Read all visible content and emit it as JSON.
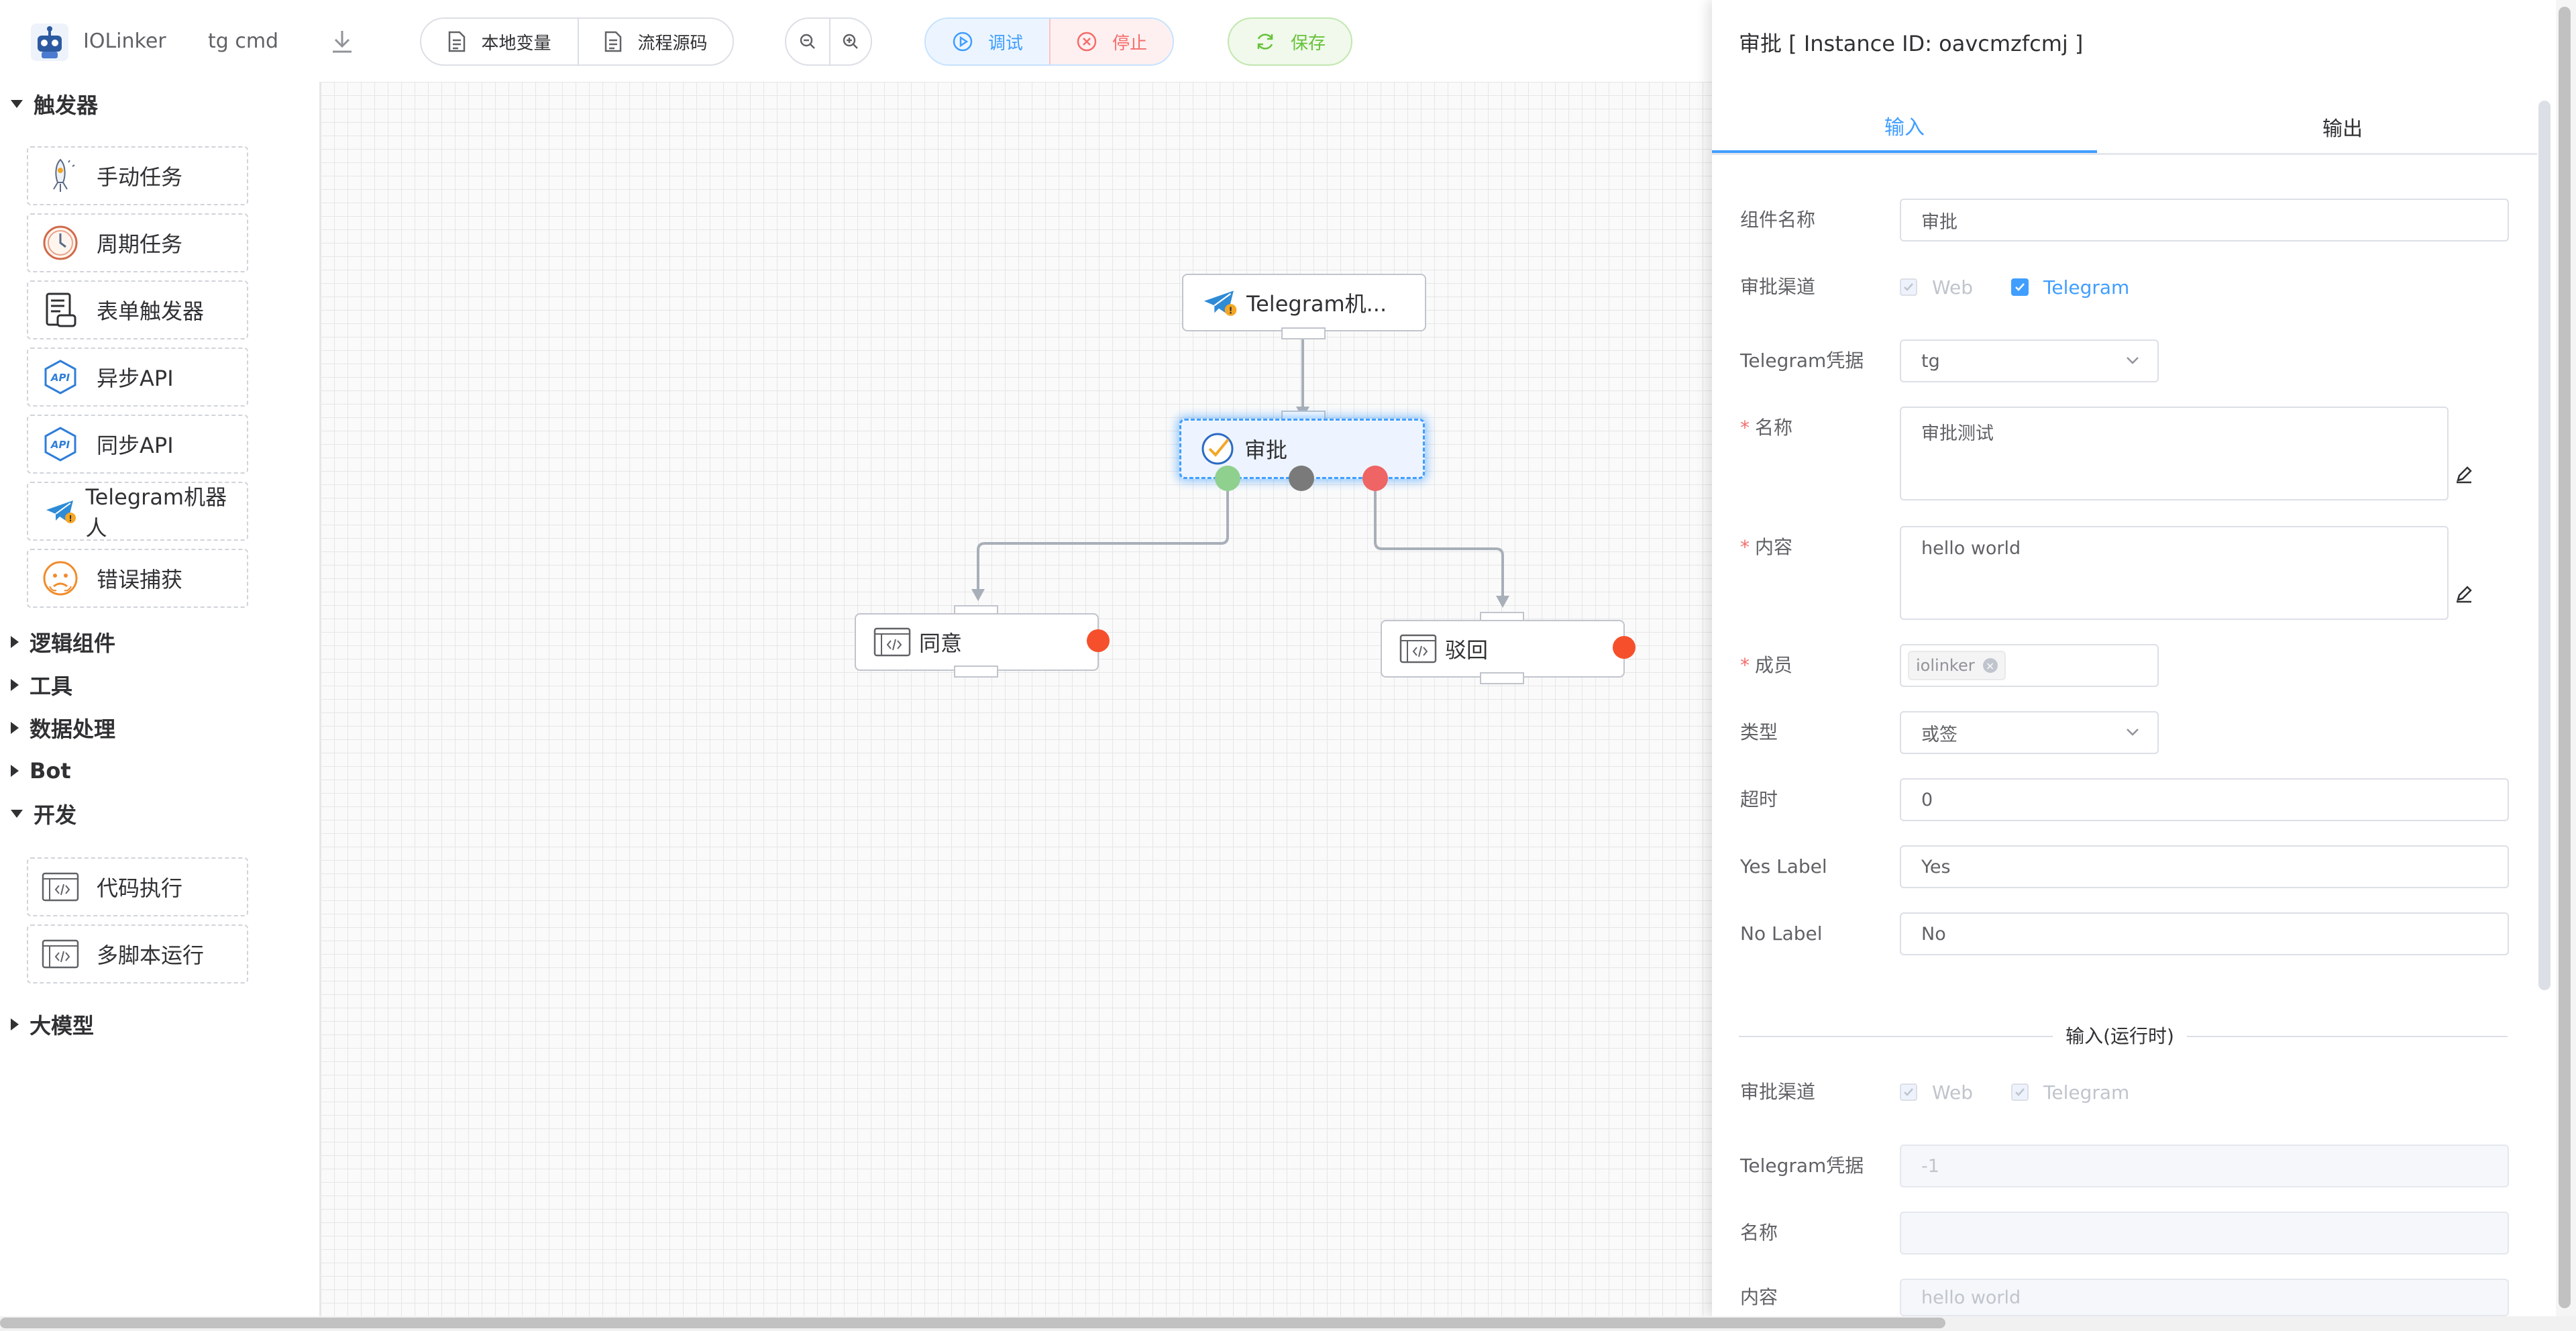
{
  "toolbar": {
    "app_name": "IOLinker",
    "flow_name": "tg cmd",
    "local_vars_label": "本地变量",
    "flow_source_label": "流程源码",
    "debug_label": "调试",
    "stop_label": "停止",
    "save_label": "保存"
  },
  "sidebar": {
    "triggers": {
      "title": "触发器",
      "items": [
        {
          "label": "手动任务",
          "icon": "rocket-icon"
        },
        {
          "label": "周期任务",
          "icon": "clock-icon"
        },
        {
          "label": "表单触发器",
          "icon": "form-icon"
        },
        {
          "label": "异步API",
          "icon": "api-icon"
        },
        {
          "label": "同步API",
          "icon": "api-icon"
        },
        {
          "label": "Telegram机器人",
          "icon": "telegram-icon"
        },
        {
          "label": "错误捕获",
          "icon": "error-face-icon"
        }
      ]
    },
    "logic": {
      "title": "逻辑组件"
    },
    "tools": {
      "title": "工具"
    },
    "data": {
      "title": "数据处理"
    },
    "bot": {
      "title": "Bot"
    },
    "dev": {
      "title": "开发",
      "items": [
        {
          "label": "代码执行",
          "icon": "code-icon"
        },
        {
          "label": "多脚本运行",
          "icon": "code-icon"
        }
      ]
    },
    "llm": {
      "title": "大模型"
    }
  },
  "canvas": {
    "nodes": {
      "telegram": "Telegram机...",
      "approval": "审批",
      "agree": "同意",
      "reject": "驳回"
    },
    "port_colors": {
      "yes": "#8fd08f",
      "timeout": "#7a7a7a",
      "no": "#ef6464",
      "error": "#f5502b"
    }
  },
  "panel": {
    "title": "审批 [ Instance ID: oavcmzfcmj ]",
    "tabs": [
      "输入",
      "输出"
    ],
    "fields": {
      "component_name_label": "组件名称",
      "component_name_value": "审批",
      "channel_label": "审批渠道",
      "channel_web": "Web",
      "channel_telegram": "Telegram",
      "credential_label": "Telegram凭据",
      "credential_value": "tg",
      "name_label": "名称",
      "name_value": "审批测试",
      "content_label": "内容",
      "content_value": "hello world",
      "members_label": "成员",
      "member_tag": "iolinker",
      "type_label": "类型",
      "type_value": "或签",
      "timeout_label": "超时",
      "timeout_value": "0",
      "yes_label_label": "Yes Label",
      "yes_label_value": "Yes",
      "no_label_label": "No Label",
      "no_label_value": "No"
    },
    "runtime": {
      "divider": "输入(运行时)",
      "channel_label": "审批渠道",
      "channel_web": "Web",
      "channel_telegram": "Telegram",
      "credential_label": "Telegram凭据",
      "credential_value": "-1",
      "name_label": "名称",
      "name_value": "",
      "content_label": "内容",
      "content_value": "hello world"
    }
  }
}
